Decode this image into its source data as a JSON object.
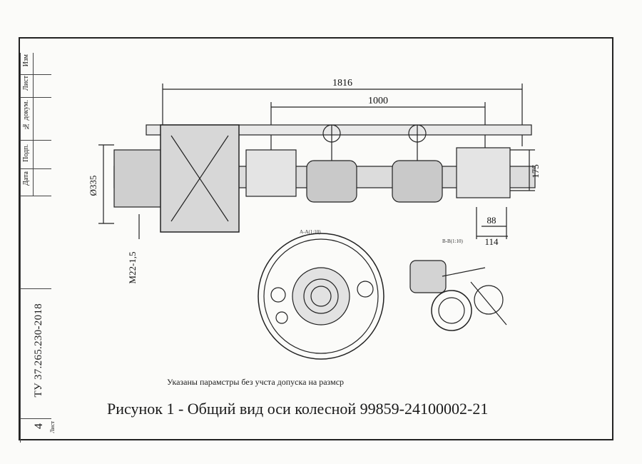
{
  "title_block": {
    "columns": [
      "Изм",
      "Лист",
      "№ докум.",
      "Подп.",
      "Дата"
    ],
    "doc_code": "ТУ 37.265.230-2018",
    "sheet_label": "Лист",
    "sheet_number": "4"
  },
  "drawing": {
    "dimensions": {
      "overall": "1816",
      "inner": "1000",
      "diameter": "Ø335",
      "height": "175",
      "small_a": "88",
      "small_b": "114",
      "thread": "M22-1,5"
    },
    "view_labels": {
      "a": "А-А(1:10)",
      "b": "В-В(1:10)"
    }
  },
  "note": "Указаны парамстры без учста допуска на размср",
  "caption": "Рисунок 1 - Общий вид оси колесной 99859-24100002-21"
}
